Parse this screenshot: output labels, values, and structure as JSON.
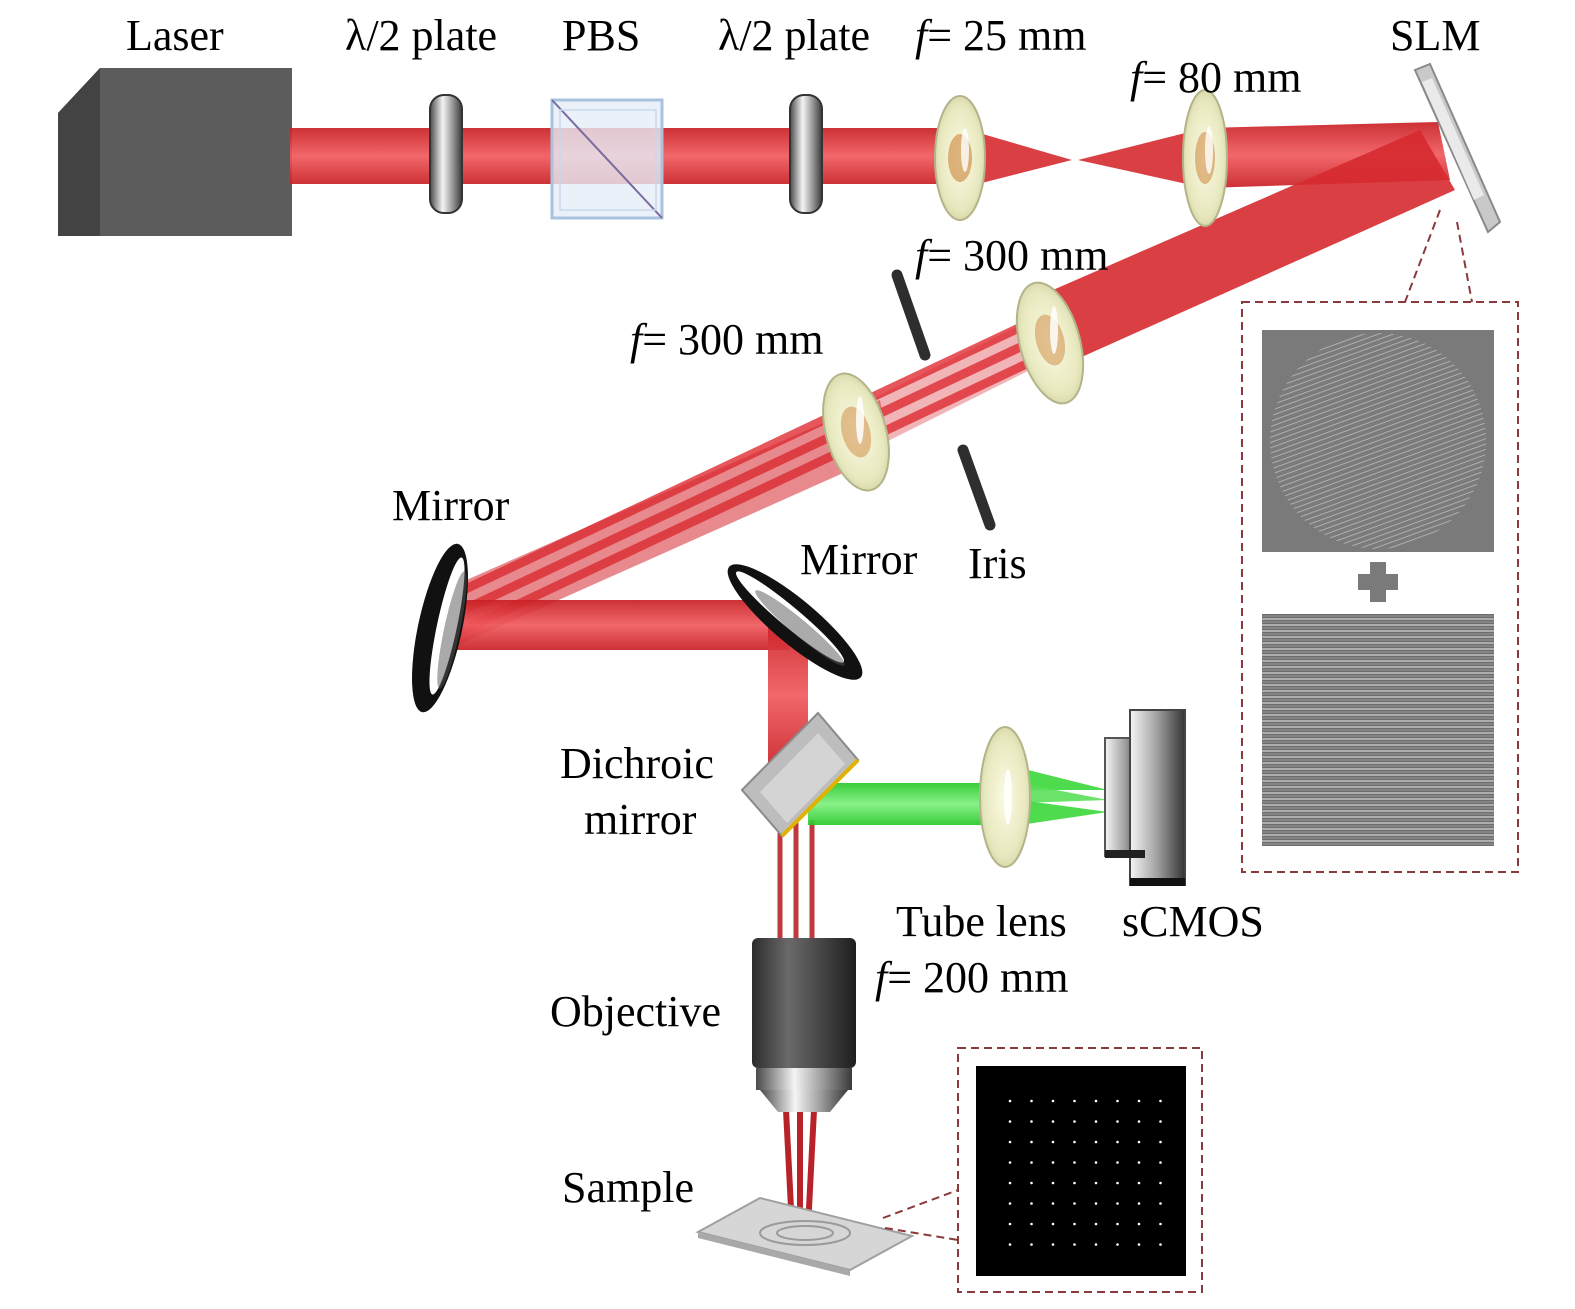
{
  "labels": {
    "laser": "Laser",
    "half_wave_1": "λ/2 plate",
    "pbs": "PBS",
    "half_wave_2": "λ/2 plate",
    "f_sym": "f",
    "lens_25": "= 25 mm",
    "lens_80": "= 80 mm",
    "slm": "SLM",
    "lens_300_a": "= 300 mm",
    "lens_300_b": "= 300 mm",
    "mirror_1": "Mirror",
    "mirror_2": "Mirror",
    "iris": "Iris",
    "dichroic_1": "Dichroic",
    "dichroic_2": "mirror",
    "tube_lens": "Tube lens",
    "tube_lens_f": "= 200 mm",
    "scmos": "sCMOS",
    "objective": "Objective",
    "sample": "Sample"
  },
  "colors": {
    "laser_beam": "#d8232a",
    "fluorescence_beam": "#2fcf2f",
    "inset_border": "#8a3a3a",
    "laser_body": "#5a5a5a"
  },
  "icons": {
    "plus": "plus-icon"
  }
}
